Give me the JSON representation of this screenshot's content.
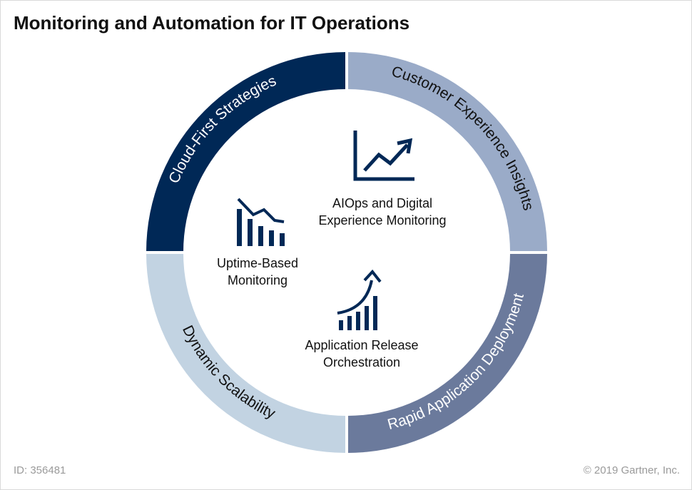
{
  "title": "Monitoring and Automation for IT Operations",
  "footer": {
    "id": "ID: 356481",
    "copyright": "© 2019 Gartner, Inc."
  },
  "ring": [
    {
      "label": "Cloud-First Strategies",
      "color": "#002856"
    },
    {
      "label": "Customer Experience Insights",
      "color": "#9aabc8"
    },
    {
      "label": "Rapid Application Deployment",
      "color": "#6b7a9c"
    },
    {
      "label": "Dynamic Scalability",
      "color": "#c2d3e2"
    }
  ],
  "center": {
    "aiops": {
      "line1": "AIOps and Digital",
      "line2": "Experience Monitoring",
      "icon": "trend-up-chart-icon"
    },
    "uptime": {
      "line1": "Uptime-Based",
      "line2": "Monitoring",
      "icon": "declining-bars-icon"
    },
    "release": {
      "line1": "Application Release",
      "line2": "Orchestration",
      "icon": "growth-bars-arrow-icon"
    }
  },
  "icon_color": "#002856"
}
